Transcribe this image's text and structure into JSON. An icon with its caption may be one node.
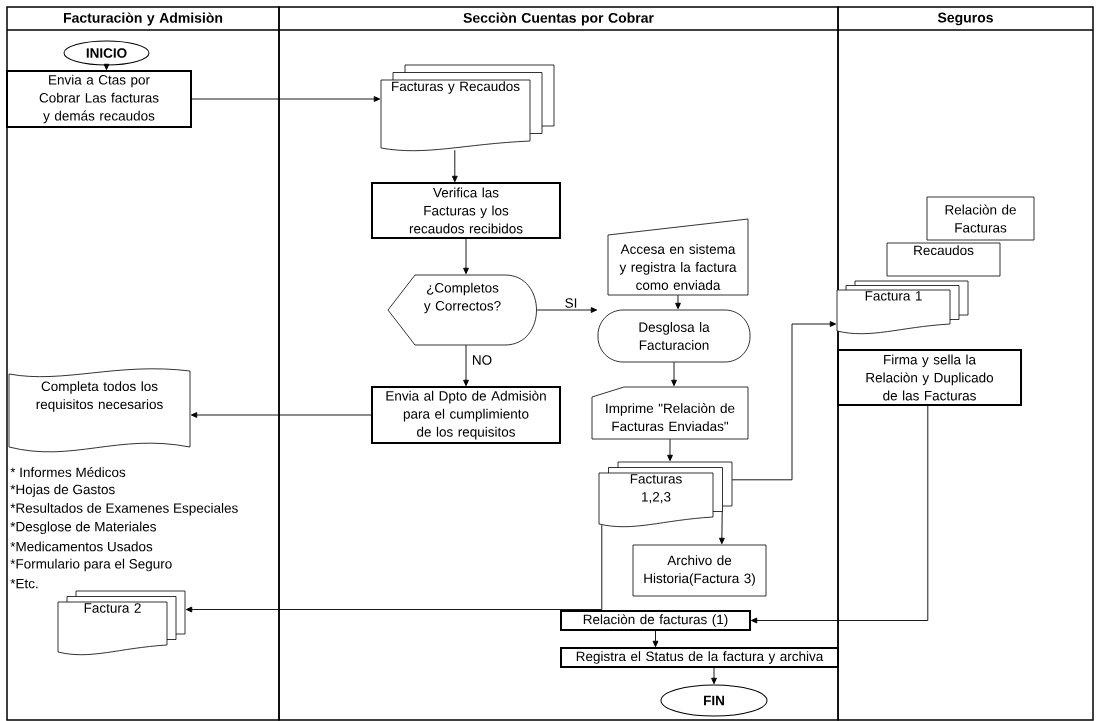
{
  "diagram": {
    "nodes": [
      {
        "text": [
          "Facturaciòn y Admisiòn"
        ]
      },
      {
        "text": [
          "Secciòn Cuentas por Cobrar"
        ]
      },
      {
        "text": [
          "Seguros"
        ]
      },
      {
        "text": [
          "INICIO"
        ],
        "in": 0
      },
      {
        "text": [
          "Envia a Ctas por Cobrar Las facturas y demás recaudos"
        ],
        "in": 0
      },
      {
        "text": [
          "Facturas y Recaudos"
        ],
        "in": 1
      },
      {
        "text": [
          "Verifica las Facturas y los recaudos recibidos"
        ],
        "in": 1
      },
      {
        "text": [
          "¿Completos y Correctos?"
        ],
        "in": 1
      },
      {
        "text": [
          "Envia al Dpto de Admisiòn para el cumplimiento de los requisitos"
        ],
        "in": 1
      },
      {
        "text": [
          "Completa todos los requisitos necesarios"
        ],
        "in": 0
      },
      {
        "text": [
          "Accesa en sistema y registra la factura como enviada"
        ],
        "in": 1
      },
      {
        "text": [
          "Desglosa la Facturacion"
        ],
        "in": 1
      },
      {
        "text": [
          "Imprime \"Relaciòn de Facturas Enviadas\""
        ],
        "in": 1
      },
      {
        "text": [
          "Facturas 1,2,3"
        ],
        "in": 1
      },
      {
        "text": [
          "Archivo de Historia(Factura 3)"
        ],
        "in": 1
      },
      {
        "text": [
          "Relaciòn de facturas (1)"
        ],
        "in": 1
      },
      {
        "text": [
          "Registra el Status de la factura y archiva"
        ],
        "in": 1
      },
      {
        "text": [
          "FIN"
        ],
        "in": 1
      },
      {
        "text": [
          "Relaciòn de Facturas"
        ],
        "in": 2
      },
      {
        "text": [
          "Recaudos"
        ],
        "in": 2
      },
      {
        "text": [
          "Factura 1"
        ],
        "in": 2
      },
      {
        "text": [
          "Firma y sella la Relaciòn y Duplicado de las Facturas"
        ],
        "in": 2
      },
      {
        "text": [
          "Factura 2"
        ],
        "in": 0
      }
    ],
    "edges": [
      {
        "from": 3,
        "to": 4,
        "arrow": "to"
      },
      {
        "from": 4,
        "to": 5,
        "arrow": "to"
      },
      {
        "from": 5,
        "to": 6,
        "arrow": "to"
      },
      {
        "from": 6,
        "to": 7,
        "arrow": "to"
      },
      {
        "from": 7,
        "to": 8,
        "arrow": "to",
        "label": "NO"
      },
      {
        "from": 7,
        "to": 11,
        "arrow": "to",
        "label": "SI"
      },
      {
        "from": 8,
        "to": 9,
        "arrow": "to"
      },
      {
        "from": 10,
        "to": 11,
        "arrow": "to"
      },
      {
        "from": 11,
        "to": 12,
        "arrow": "to"
      },
      {
        "from": 12,
        "to": 13,
        "arrow": "to"
      },
      {
        "from": 13,
        "to": 14,
        "arrow": "to"
      },
      {
        "from": 13,
        "to": 20,
        "arrow": "to"
      },
      {
        "from": 21,
        "to": 15,
        "arrow": "to"
      },
      {
        "from": 13,
        "to": 22,
        "arrow": "to"
      },
      {
        "from": 15,
        "to": 16,
        "arrow": "to"
      },
      {
        "from": 16,
        "to": 17,
        "arrow": "to"
      }
    ],
    "labels": [
      "* Informes Médicos",
      "*Hojas de Gastos",
      "*Resultados de Examenes Especiales",
      "*Desglose de Materiales",
      "*Medicamentos Usados",
      "*Formulario para el Seguro",
      "*Etc."
    ]
  }
}
